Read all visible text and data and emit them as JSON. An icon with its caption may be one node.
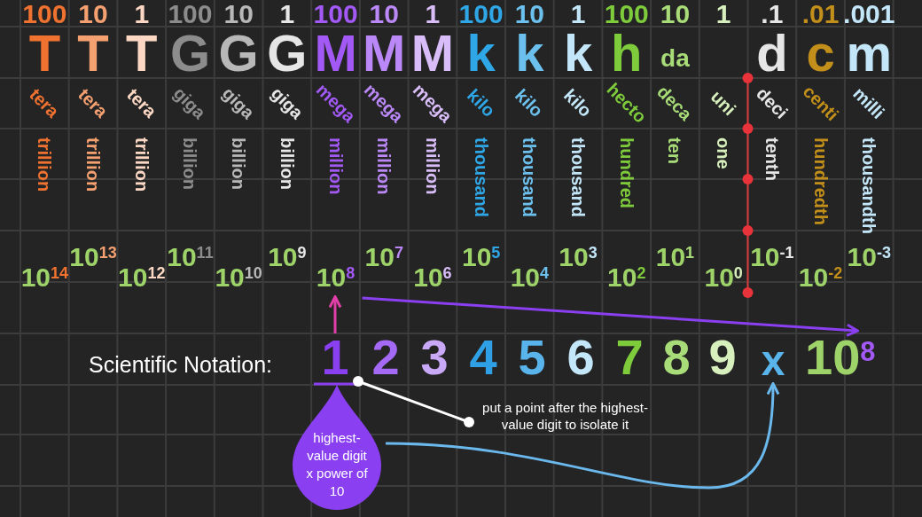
{
  "diagram": {
    "nodes": [
      {
        "text": [
          "10$^{8}$"
        ]
      },
      {
        "text": [
          "1"
        ]
      },
      {
        "text": [
          "10$^{8}$"
        ]
      },
      {
        "text": [
          "x"
        ]
      },
      {
        "text": [
          "highest-value digit x power of 10"
        ]
      },
      {
        "text": [
          "put a point after the highest-value digit to isolate it"
        ]
      }
    ],
    "edges": [
      {
        "from": 1,
        "to": 0,
        "arrow": "to",
        "color": "#e03fa8"
      },
      {
        "from": 0,
        "to": 2,
        "arrow": "to",
        "color": "#8a3ff0"
      },
      {
        "from": 5,
        "to": 1,
        "arrow": "other",
        "color": "#ffffff"
      },
      {
        "from": 4,
        "to": 3,
        "arrow": "to",
        "color": "#6ab8ec"
      }
    ],
    "labels": [
      "100",
      "10",
      "1",
      "100",
      "10",
      "1",
      "100",
      "10",
      "1",
      "100",
      "10",
      "1",
      "100",
      "10",
      "1",
      ".1",
      ".01",
      ".001",
      "T",
      "T",
      "T",
      "G",
      "G",
      "G",
      "M",
      "M",
      "M",
      "k",
      "k",
      "k",
      "h",
      "da",
      "d",
      "c",
      "m",
      "tera",
      "tera",
      "tera",
      "giga",
      "giga",
      "giga",
      "mega",
      "mega",
      "mega",
      "kilo",
      "kilo",
      "kilo",
      "hecto",
      "deca",
      "uni",
      "deci",
      "centi",
      "milli",
      "trillion",
      "trillion",
      "trillion",
      "billion",
      "billion",
      "billion",
      "million",
      "million",
      "million",
      "thousand",
      "thousand",
      "thousand",
      "hundred",
      "ten",
      "one",
      "tenth",
      "hundredth",
      "thousandth",
      "10$^{14}$",
      "10$^{13}$",
      "10$^{12}$",
      "10$^{11}$",
      "10$^{10}$",
      "10$^{9}$",
      "10$^{7}$",
      "10$^{6}$",
      "10$^{5}$",
      "10$^{4}$",
      "10$^{3}$",
      "10$^{2}$",
      "10$^{1}$",
      "10$^{0}$",
      "10$^{-1}$",
      "10$^{-2}$",
      "10$^{-3}$",
      "Scientific Notation:",
      "2",
      "3",
      "4",
      "5",
      "6",
      "7",
      "8",
      "9"
    ]
  }
}
